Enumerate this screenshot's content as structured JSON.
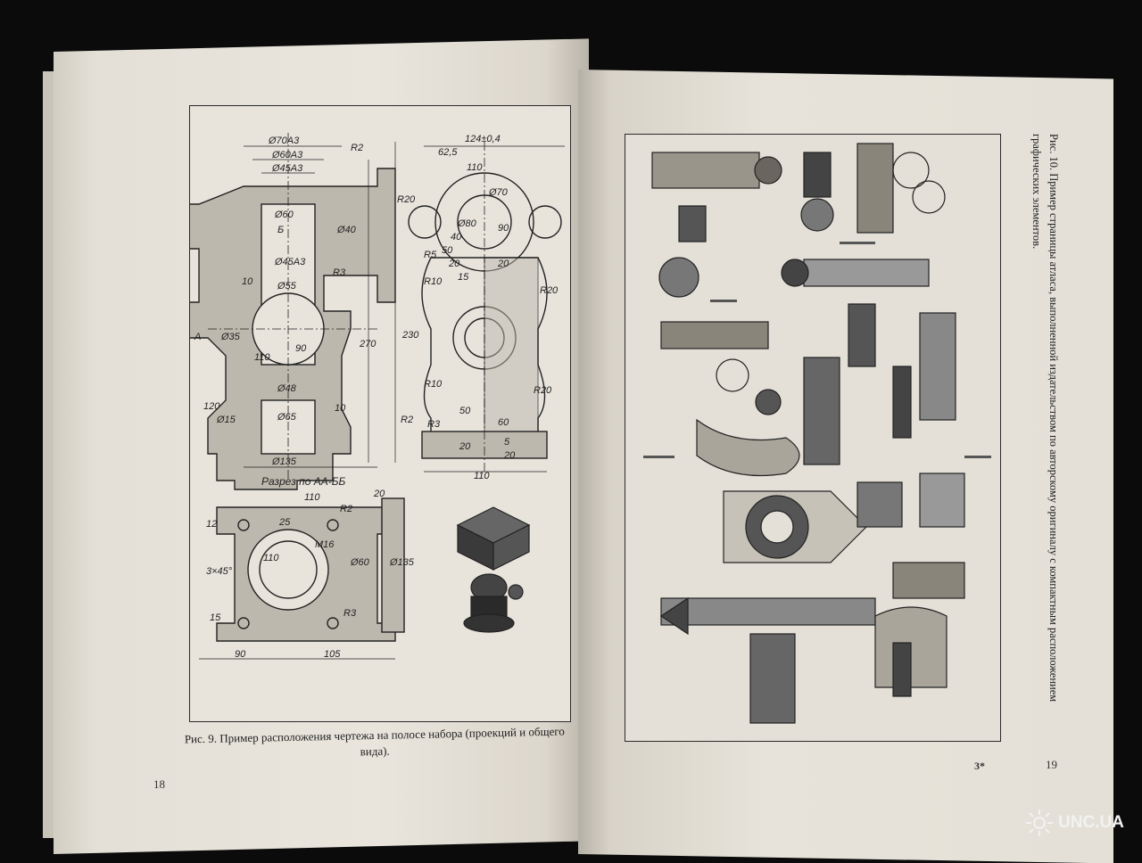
{
  "book": {
    "left_page": {
      "caption": "Рис. 9. Пример расположения чертежа на полосе набора (проекций и общего вида).",
      "page_number": "18",
      "drawing": {
        "section_label": "Разрез по АА-ББ",
        "dimensions": [
          "Ø70A3",
          "Ø60A3",
          "Ø45A3",
          "R2",
          "R20",
          "Ø60",
          "Б",
          "Ø40",
          "Ø45A3",
          "R3",
          "10",
          "Ø55",
          "А",
          "Ø35",
          "90",
          "110",
          "270",
          "230",
          "Ø48",
          "120",
          "Ø65",
          "10",
          "Ø15",
          "Ø135",
          "R2",
          "R3",
          "124±0,4",
          "62,5",
          "110",
          "Ø80",
          "40",
          "Ø70",
          "50",
          "90",
          "R5",
          "15",
          "20",
          "20",
          "R10",
          "R20",
          "R10",
          "R20",
          "50",
          "60",
          "20",
          "5",
          "20",
          "110",
          "110",
          "20",
          "12",
          "25",
          "R2",
          "M16",
          "Ø60",
          "Ø135",
          "110",
          "3×45°",
          "15",
          "R3",
          "90",
          "105"
        ]
      }
    },
    "right_page": {
      "caption": "Рис. 10. Пример страницы атласа, выполненной издательством по авторскому оригиналу с компактным расположением графических элементов.",
      "page_number": "19",
      "signature_mark": "3*"
    }
  },
  "watermark": {
    "text": "UNC.UA"
  }
}
